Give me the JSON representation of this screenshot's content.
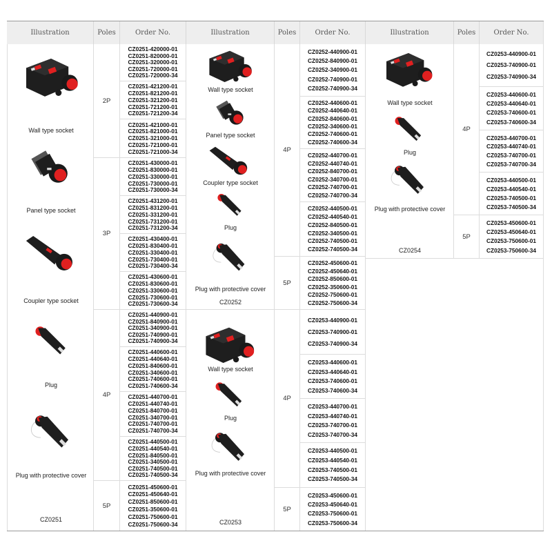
{
  "headers": {
    "illustration": "Illustration",
    "poles": "Poles",
    "order_no": "Order No."
  },
  "sections": [
    {
      "series": "CZ0251",
      "products": [
        "Wall type socket",
        "Panel type socket",
        "Coupler type socket",
        "Plug",
        "Plug with protective cover"
      ],
      "pole_groups": [
        {
          "poles": "2P",
          "groups": [
            [
              "CZ0251-420000-01",
              "CZ0251-820000-01",
              "CZ0251-320000-01",
              "CZ0251-720000-01",
              "CZ0251-720000-34"
            ],
            [
              "CZ0251-421200-01",
              "CZ0251-821200-01",
              "CZ0251-321200-01",
              "CZ0251-721200-01",
              "CZ0251-721200-34"
            ],
            [
              "CZ0251-421000-01",
              "CZ0251-821000-01",
              "CZ0251-321000-01",
              "CZ0251-721000-01",
              "CZ0251-721000-34"
            ]
          ]
        },
        {
          "poles": "3P",
          "groups": [
            [
              "CZ0251-430000-01",
              "CZ0251-830000-01",
              "CZ0251-330000-01",
              "CZ0251-730000-01",
              "CZ0251-730000-34"
            ],
            [
              "CZ0251-431200-01",
              "CZ0251-831200-01",
              "CZ0251-331200-01",
              "CZ0251-731200-01",
              "CZ0251-731200-34"
            ],
            [
              "CZ0251-430400-01",
              "CZ0251-830400-01",
              "CZ0251-330400-01",
              "CZ0251-730400-01",
              "CZ0251-730400-34"
            ],
            [
              "CZ0251-430600-01",
              "CZ0251-830600-01",
              "CZ0251-330600-01",
              "CZ0251-730600-01",
              "CZ0251-730600-34"
            ]
          ]
        },
        {
          "poles": "4P",
          "groups": [
            [
              "CZ0251-440900-01",
              "CZ0251-840900-01",
              "CZ0251-340900-01",
              "CZ0251-740900-01",
              "CZ0251-740900-34"
            ],
            [
              "CZ0251-440600-01",
              "CZ0251-440640-01",
              "CZ0251-840600-01",
              "CZ0251-340600-01",
              "CZ0251-740600-01",
              "CZ0251-740600-34"
            ],
            [
              "CZ0251-440700-01",
              "CZ0251-440740-01",
              "CZ0251-840700-01",
              "CZ0251-340700-01",
              "CZ0251-740700-01",
              "CZ0251-740700-34"
            ],
            [
              "CZ0251-440500-01",
              "CZ0251-440540-01",
              "CZ0251-840500-01",
              "CZ0251-340500-01",
              "CZ0251-740500-01",
              "CZ0251-740500-34"
            ]
          ]
        },
        {
          "poles": "5P",
          "groups": [
            [
              "CZ0251-450600-01",
              "CZ0251-450640-01",
              "CZ0251-850600-01",
              "CZ0251-350600-01",
              "CZ0251-750600-01",
              "CZ0251-750600-34"
            ]
          ]
        }
      ]
    },
    {
      "series": "CZ0252",
      "products": [
        "Wall type socket",
        "Panel type socket",
        "Coupler type socket",
        "Plug",
        "Plug with protective cover"
      ],
      "pole_groups": [
        {
          "poles": "4P",
          "groups": [
            [
              "CZ0252-440900-01",
              "CZ0252-840900-01",
              "CZ0252-340900-01",
              "CZ0252-740900-01",
              "CZ0252-740900-34"
            ],
            [
              "CZ0252-440600-01",
              "CZ0252-440640-01",
              "CZ0252-840600-01",
              "CZ0252-340600-01",
              "CZ0252-740600-01",
              "CZ0252-740600-34"
            ],
            [
              "CZ0252-440700-01",
              "CZ0252-440740-01",
              "CZ0252-840700-01",
              "CZ0252-340700-01",
              "CZ0252-740700-01",
              "CZ0252-740700-34"
            ],
            [
              "CZ0252-440500-01",
              "CZ0252-440540-01",
              "CZ0252-840500-01",
              "CZ0252-340500-01",
              "CZ0252-740500-01",
              "CZ0252-740500-34"
            ]
          ]
        },
        {
          "poles": "5P",
          "groups": [
            [
              "CZ0252-450600-01",
              "CZ0252-450640-01",
              "CZ0252-850600-01",
              "CZ0252-350600-01",
              "CZ0252-750600-01",
              "CZ0252-750600-34"
            ]
          ]
        }
      ]
    },
    {
      "series": "CZ0253",
      "products": [
        "Wall type socket",
        "Plug",
        "Plug with protective cover"
      ],
      "pole_groups": [
        {
          "poles": "4P",
          "groups": [
            [
              "CZ0253-440900-01",
              "CZ0253-740900-01",
              "CZ0253-740900-34"
            ],
            [
              "CZ0253-440600-01",
              "CZ0253-440640-01",
              "CZ0253-740600-01",
              "CZ0253-740600-34"
            ],
            [
              "CZ0253-440700-01",
              "CZ0253-440740-01",
              "CZ0253-740700-01",
              "CZ0253-740700-34"
            ],
            [
              "CZ0253-440500-01",
              "CZ0253-440540-01",
              "CZ0253-740500-01",
              "CZ0253-740500-34"
            ]
          ]
        },
        {
          "poles": "5P",
          "groups": [
            [
              "CZ0253-450600-01",
              "CZ0253-450640-01",
              "CZ0253-750600-01",
              "CZ0253-750600-34"
            ]
          ]
        }
      ]
    },
    {
      "series": "CZ0254",
      "products": [
        "Wall type socket",
        "Plug",
        "Plug with protective cover"
      ],
      "pole_groups": [
        {
          "poles": "4P",
          "groups": [
            [
              "CZ0253-440900-01",
              "CZ0253-740900-01",
              "CZ0253-740900-34"
            ],
            [
              "CZ0253-440600-01",
              "CZ0253-440640-01",
              "CZ0253-740600-01",
              "CZ0253-740600-34"
            ],
            [
              "CZ0253-440700-01",
              "CZ0253-440740-01",
              "CZ0253-740700-01",
              "CZ0253-740700-34"
            ],
            [
              "CZ0253-440500-01",
              "CZ0253-440540-01",
              "CZ0253-740500-01",
              "CZ0253-740500-34"
            ]
          ]
        },
        {
          "poles": "5P",
          "groups": [
            [
              "CZ0253-450600-01",
              "CZ0253-450640-01",
              "CZ0253-750600-01",
              "CZ0253-750600-34"
            ]
          ]
        }
      ]
    }
  ],
  "colors": {
    "header_bg": "#eeeeee",
    "grid": "#dcdcdc",
    "product_body": "#1e1e1e",
    "product_accent": "#e02020"
  }
}
